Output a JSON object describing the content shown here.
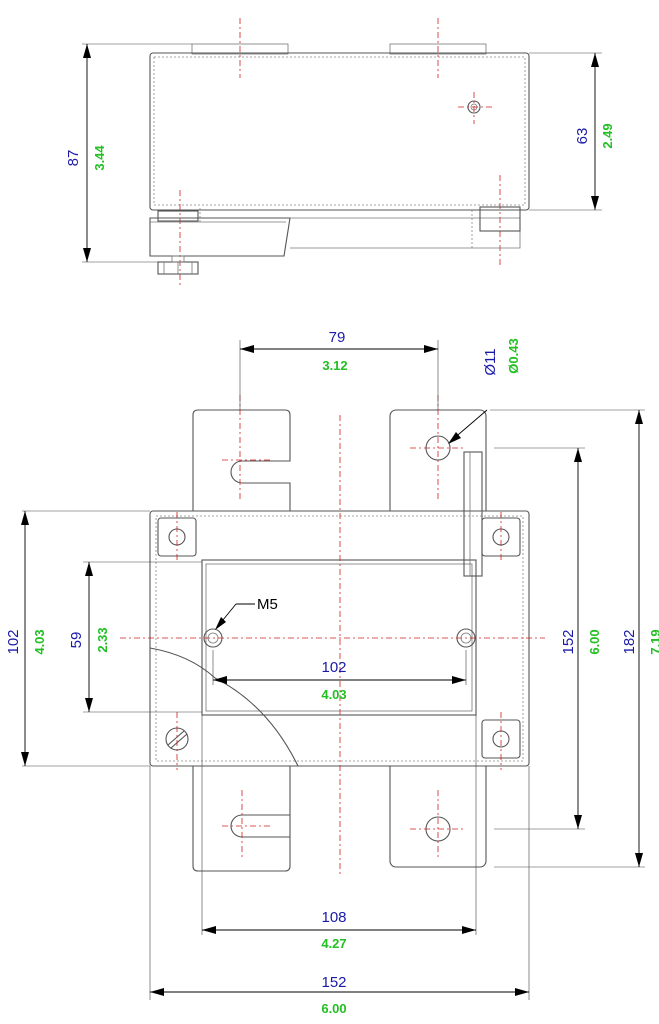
{
  "dimensions": {
    "front_height": {
      "mm": "87",
      "in": "3.44"
    },
    "front_body": {
      "mm": "63",
      "in": "2.49"
    },
    "foot_spacing": {
      "mm": "79",
      "in": "3.12"
    },
    "hole_dia": {
      "mm": "Ø11",
      "in": "Ø0.43"
    },
    "plan_height": {
      "mm": "102",
      "in": "4.03"
    },
    "inner_height": {
      "mm": "59",
      "in": "2.33"
    },
    "hole_spacing": {
      "mm": "102",
      "in": "4.03"
    },
    "foot_hole_span": {
      "mm": "152",
      "in": "6.00"
    },
    "overall_height": {
      "mm": "182",
      "in": "7.19"
    },
    "inner_width": {
      "mm": "108",
      "in": "4.27"
    },
    "plan_width": {
      "mm": "152",
      "in": "6.00"
    }
  },
  "thread_note": "M5",
  "colors": {
    "metric": "#1a1aa8",
    "imperial": "#22c022",
    "centerline": "#d02020"
  }
}
